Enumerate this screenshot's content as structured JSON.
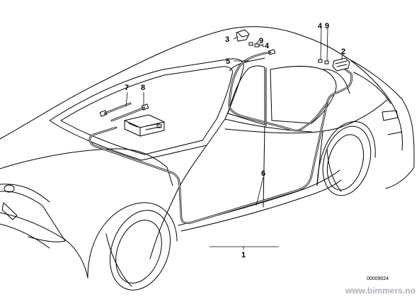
{
  "diagram": {
    "callouts": {
      "part_1": "1",
      "part_2": "2",
      "part_3": "3",
      "part_4_roof": "4",
      "part_4_rear": "4",
      "part_5": "5",
      "part_6": "6",
      "part_7": "7",
      "part_8": "8",
      "part_9_roof": "9",
      "part_9_rear": "9"
    },
    "drawing_number": "00009024",
    "watermark": "www.bimmers.no"
  }
}
